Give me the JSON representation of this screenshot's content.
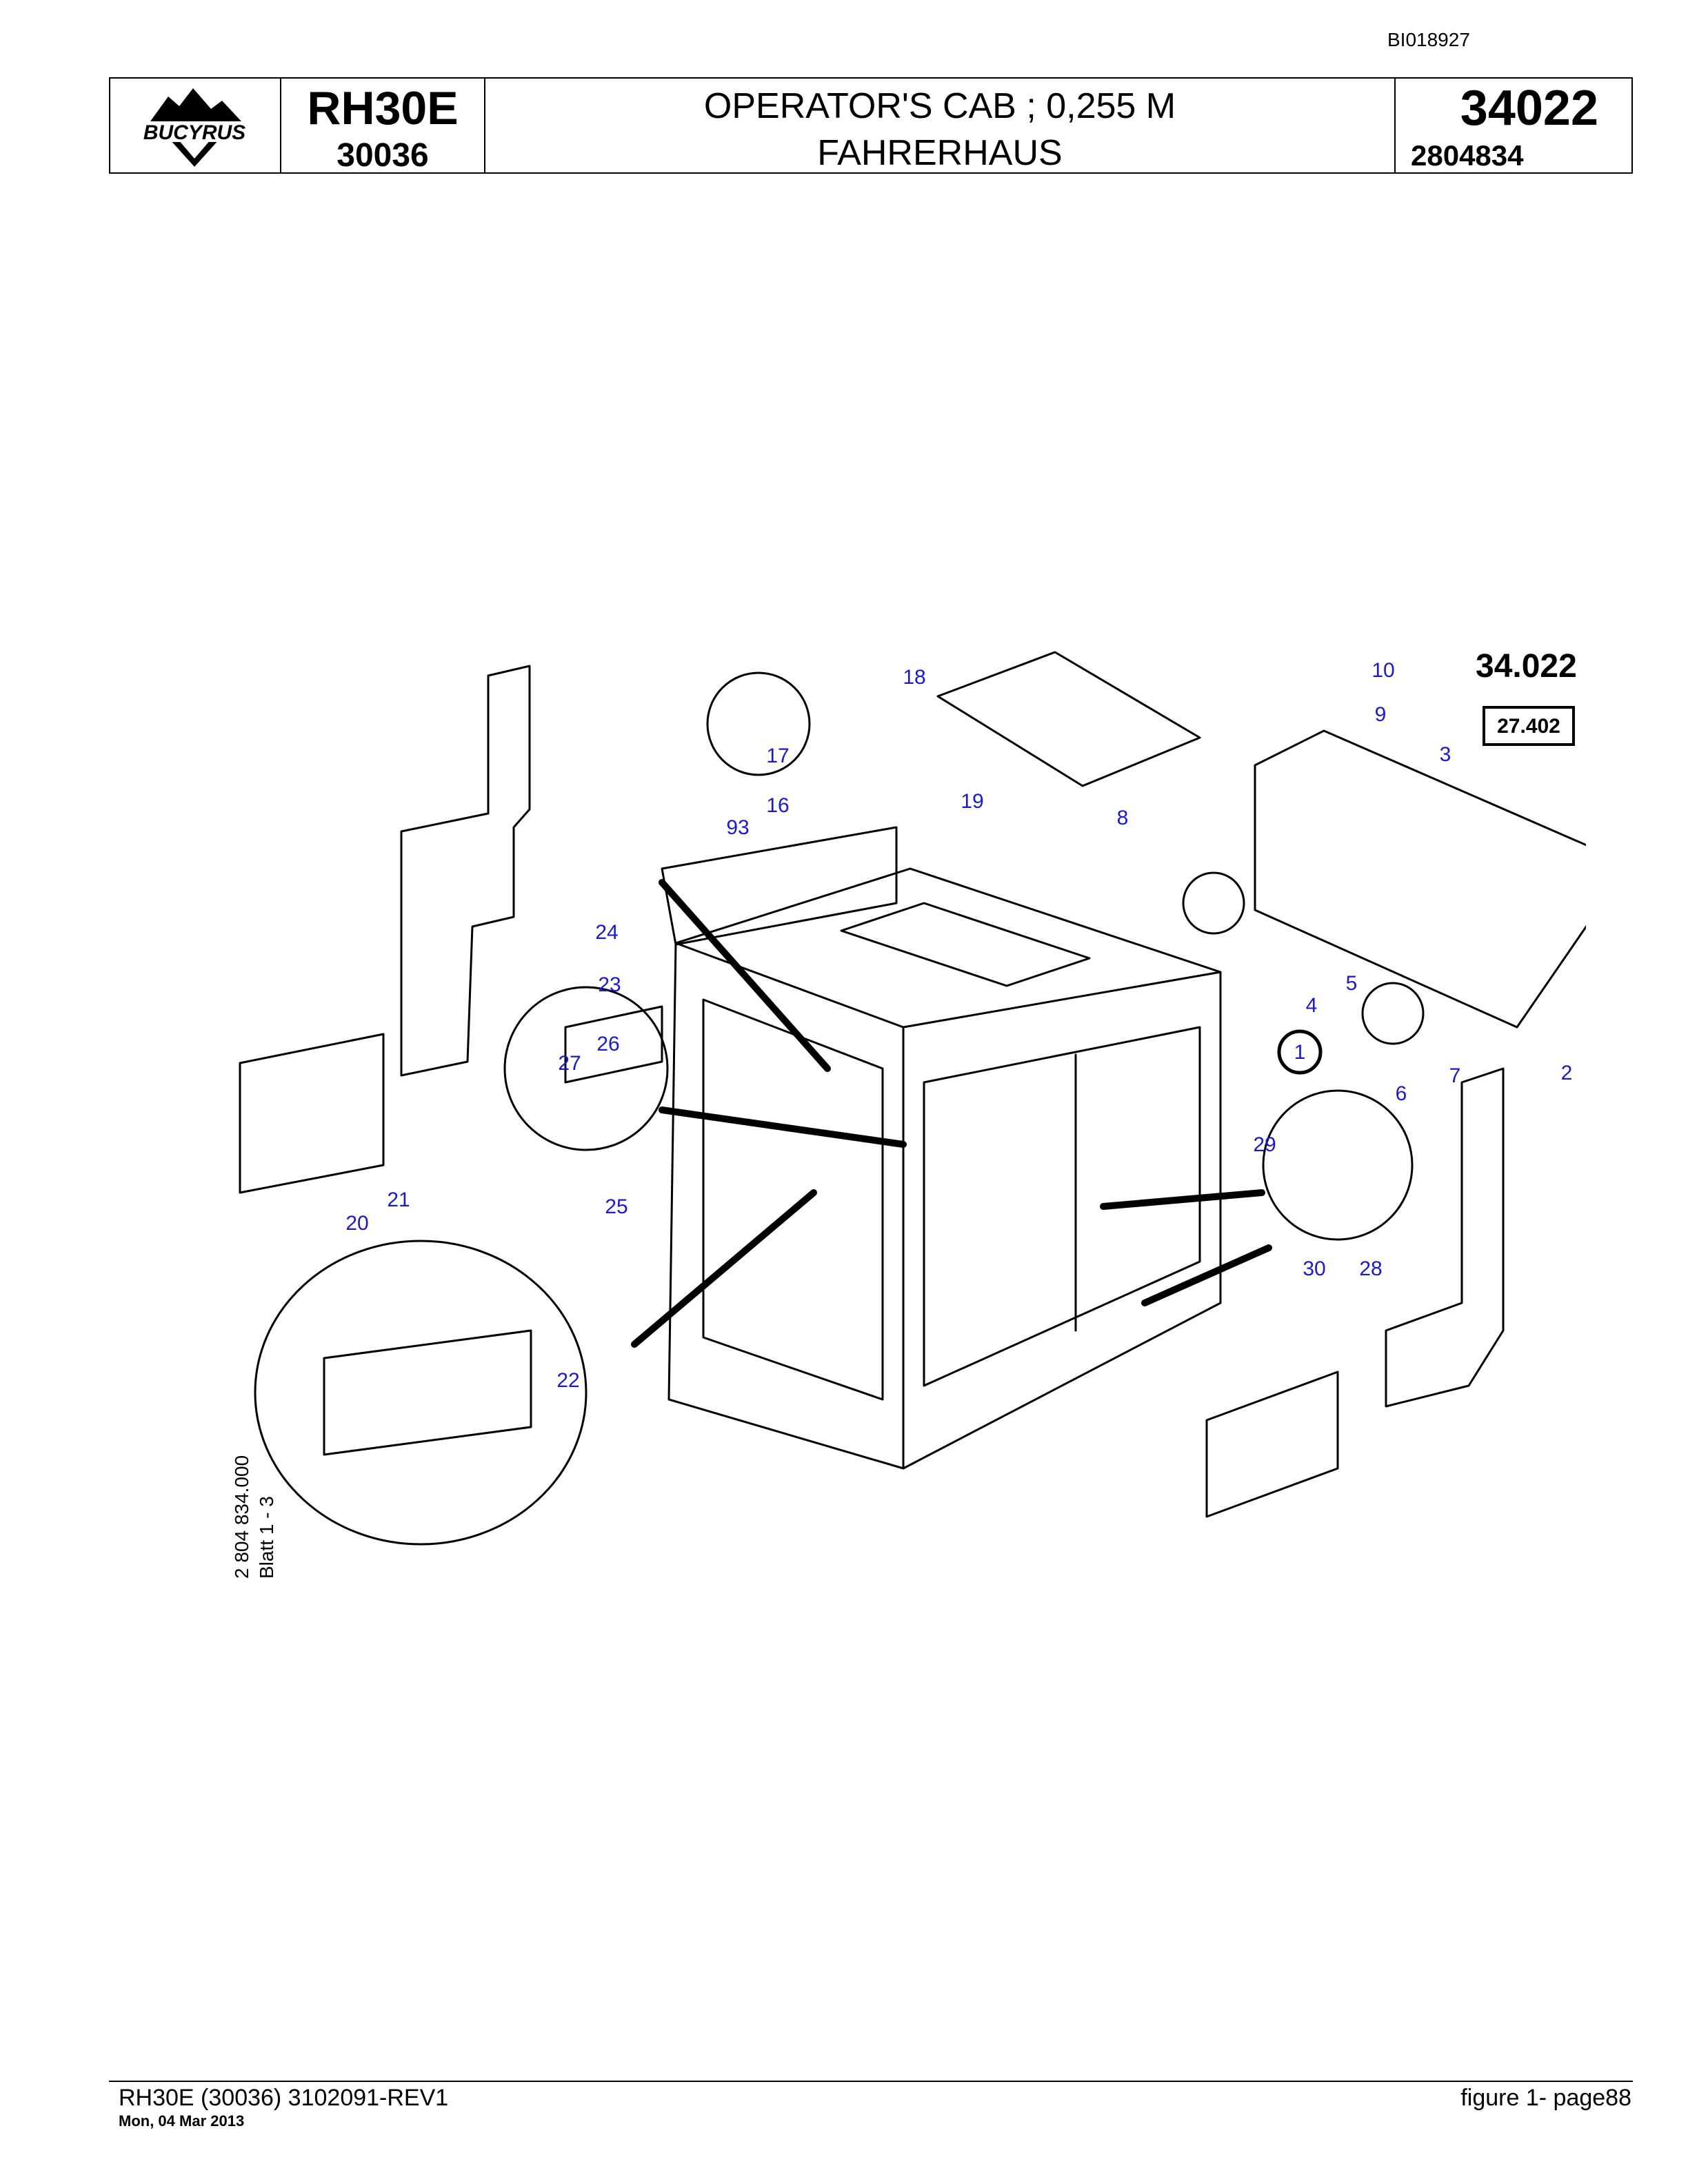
{
  "document_id": "BI018927",
  "title_block": {
    "logo_text": "BUCYRUS",
    "model": "RH30E",
    "model_number": "30036",
    "title_en": "OPERATOR'S CAB ; 0,255 M",
    "title_de": "FAHRERHAUS",
    "figure_number": "34022",
    "part_number": "2804834"
  },
  "diagram": {
    "section_label": "34.022",
    "reference_box": "27.402",
    "side_note_line1": "2 804 834.000",
    "side_note_line2": "Blatt 1 - 3",
    "callouts": [
      "1",
      "2",
      "3",
      "4",
      "5",
      "6",
      "7",
      "8",
      "9",
      "10",
      "16",
      "17",
      "18",
      "19",
      "20",
      "21",
      "22",
      "23",
      "24",
      "25",
      "26",
      "27",
      "28",
      "29",
      "30",
      "93"
    ]
  },
  "footer": {
    "left": "RH30E (30036) 3102091-REV1",
    "date": "Mon, 04 Mar 2013",
    "right": "figure  1- page88"
  },
  "colors": {
    "callout": "#1a1acc",
    "line": "#000000"
  }
}
